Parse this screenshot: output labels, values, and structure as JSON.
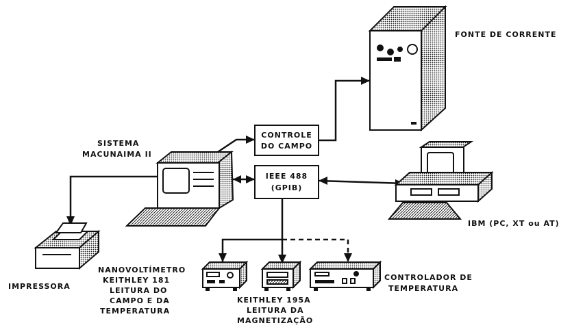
{
  "labels": {
    "fonte": "FONTE DE CORRENTE",
    "sistema_line1": "SISTEMA",
    "sistema_line2": "MACUNAIMA II",
    "controle_line1": "CONTROLE",
    "controle_line2": "DO CAMPO",
    "ieee_line1": "IEEE 488",
    "ieee_line2": "(GPIB)",
    "ibm": "IBM (PC, XT ou AT)",
    "impressora": "IMPRESSORA",
    "nano_line1": "NANOVOLTÍMETRO",
    "nano_line2": "KEITHLEY 181",
    "nano_line3": "LEITURA DO",
    "nano_line4": "CAMPO E DA",
    "nano_line5": "TEMPERATURA",
    "keithley_line1": "KEITHLEY 195A",
    "keithley_line2": "LEITURA DA",
    "keithley_line3": "MAGNETIZAÇÃO",
    "controlador_line1": "CONTROLADOR DE",
    "controlador_line2": "TEMPERATURA"
  }
}
